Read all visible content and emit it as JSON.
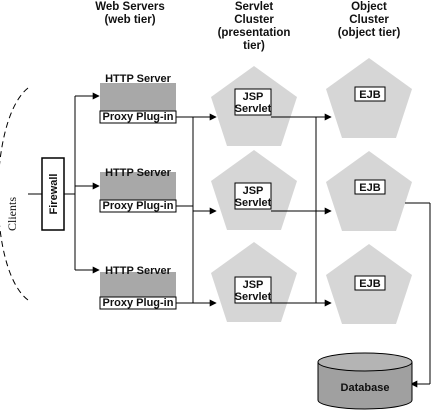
{
  "headers": {
    "web_line1": "Web Servers",
    "web_line2": "(web tier)",
    "servlet_line1": "Servlet",
    "servlet_line2": "Cluster",
    "servlet_line3": "(presentation",
    "servlet_line4": "tier)",
    "object_line1": "Object",
    "object_line2": "Cluster",
    "object_line3": "(object tier)"
  },
  "clients_label": "Clients",
  "firewall_label": "Firewall",
  "web_servers": [
    {
      "server_label": "HTTP Server",
      "plugin_label": "Proxy Plug-in"
    },
    {
      "server_label": "HTTP Server",
      "plugin_label": "Proxy Plug-in"
    },
    {
      "server_label": "HTTP Server",
      "plugin_label": "Proxy Plug-in"
    }
  ],
  "servlet_nodes": [
    {
      "jsp_label": "JSP",
      "servlet_label": "Servlet"
    },
    {
      "jsp_label": "JSP",
      "servlet_label": "Servlet"
    },
    {
      "jsp_label": "JSP",
      "servlet_label": "Servlet"
    }
  ],
  "ejb_nodes": [
    {
      "label": "EJB"
    },
    {
      "label": "EJB"
    },
    {
      "label": "EJB"
    }
  ],
  "database_label": "Database",
  "colors": {
    "server_fill": "#a8a8a8",
    "pentagon_fill": "#d6d6d6",
    "database_fill": "#a0a0a0",
    "line": "#000000"
  }
}
